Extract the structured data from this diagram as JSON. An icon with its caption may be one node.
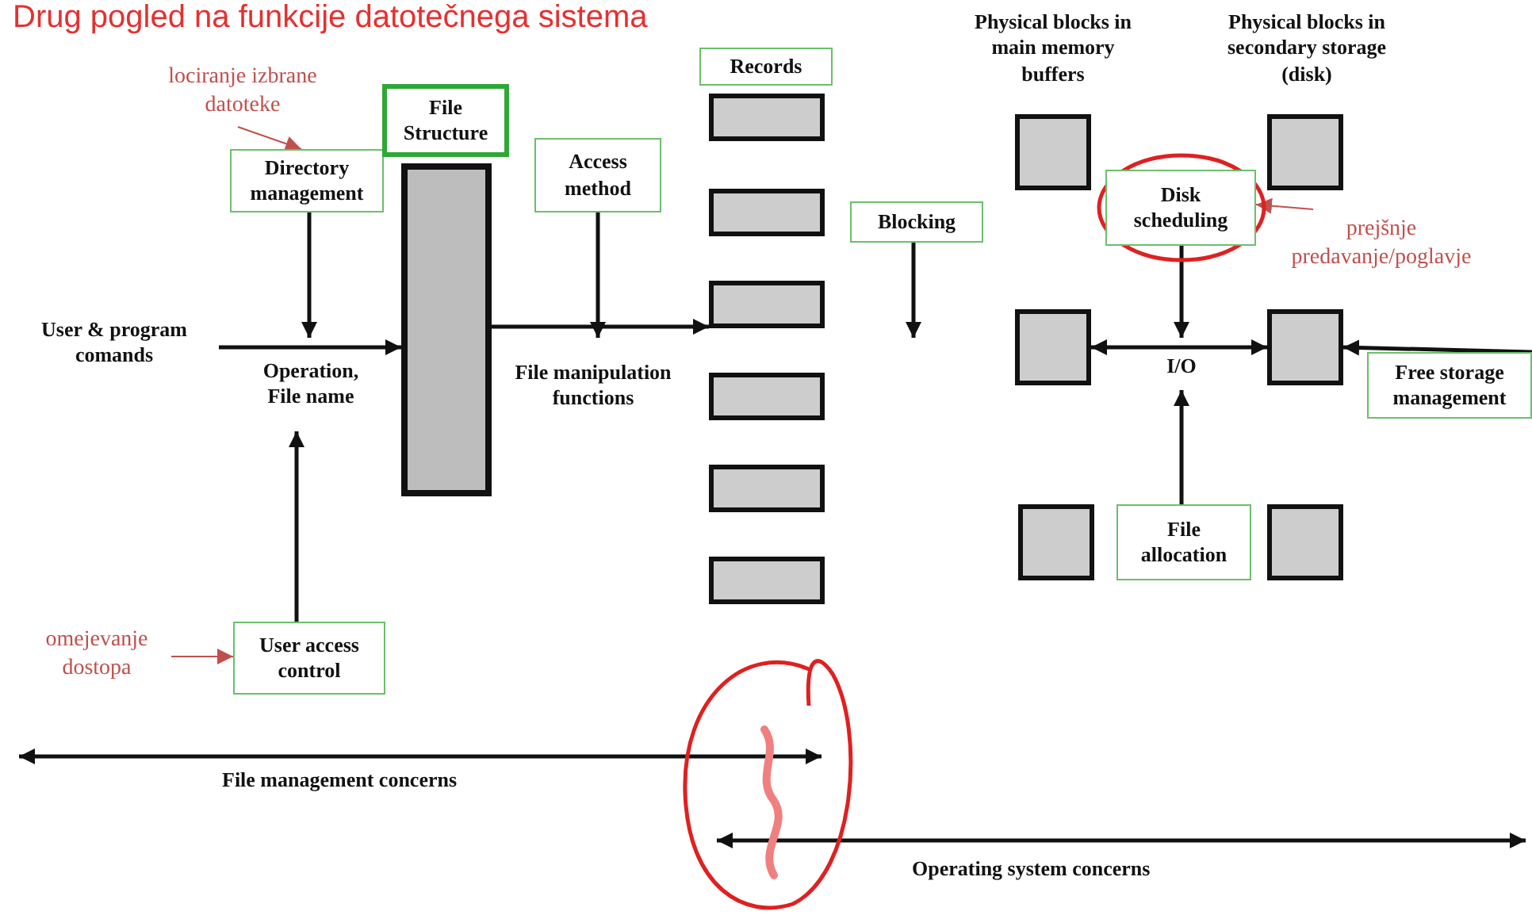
{
  "diagram": {
    "title": "Drug pogled na funkcije datotečnega sistema",
    "nodes": [
      {
        "text": [
          "Directory management"
        ]
      },
      {
        "text": [
          "File Structure"
        ]
      },
      {
        "text": [],
        "shape": "bar"
      },
      {
        "text": [
          "Access method"
        ]
      },
      {
        "text": [
          "Records"
        ]
      },
      {
        "text": [],
        "shape": "box"
      },
      {
        "text": [],
        "shape": "box"
      },
      {
        "text": [],
        "shape": "box"
      },
      {
        "text": [],
        "shape": "box"
      },
      {
        "text": [],
        "shape": "box"
      },
      {
        "text": [],
        "shape": "box"
      },
      {
        "text": [
          "Blocking"
        ]
      },
      {
        "text": [],
        "shape": "box",
        "beside": [
          "Physical blocks in main memory buffers"
        ]
      },
      {
        "text": [],
        "shape": "box",
        "beside": [
          "Physical blocks in secondary storage (disk)"
        ]
      },
      {
        "text": [],
        "shape": "box"
      },
      {
        "text": [],
        "shape": "box"
      },
      {
        "text": [],
        "shape": "box"
      },
      {
        "text": [],
        "shape": "box"
      },
      {
        "text": [
          "Disk scheduling"
        ]
      },
      {
        "text": [
          "File allocation"
        ]
      },
      {
        "text": [
          "Free storage management"
        ]
      },
      {
        "text": [
          "User access control"
        ]
      },
      {
        "text": [
          "User & program comands"
        ]
      },
      {
        "text": [
          "lociranje izbrane datoteke"
        ]
      },
      {
        "text": [
          "omejevanje dostopa"
        ]
      },
      {
        "text": [
          "prejšnje predavanje/poglavje"
        ]
      }
    ],
    "edges": [
      {
        "from": 22,
        "to": 2,
        "arrow": "to",
        "label": "Operation, File name"
      },
      {
        "from": 0,
        "to": null,
        "arrow": "to"
      },
      {
        "from": 21,
        "to": null,
        "arrow": "to"
      },
      {
        "from": 2,
        "to": 7,
        "arrow": "to",
        "label": "File manipulation functions"
      },
      {
        "from": 3,
        "to": null,
        "arrow": "to"
      },
      {
        "from": 11,
        "to": null,
        "arrow": "to"
      },
      {
        "from": 18,
        "to": null,
        "arrow": "to"
      },
      {
        "from": 14,
        "to": 15,
        "arrow": "both",
        "label": "I/O"
      },
      {
        "from": 19,
        "to": null,
        "arrow": "to"
      },
      {
        "from": 20,
        "to": 15,
        "arrow": "to"
      },
      {
        "from": 23,
        "to": 0,
        "arrow": "to",
        "color": "#c0504d"
      },
      {
        "from": 24,
        "to": 21,
        "arrow": "to",
        "color": "#c0504d"
      },
      {
        "from": 25,
        "to": 18,
        "arrow": "to",
        "color": "#c0504d"
      }
    ],
    "labels": [
      "File management concerns",
      "Operating system concerns"
    ]
  }
}
